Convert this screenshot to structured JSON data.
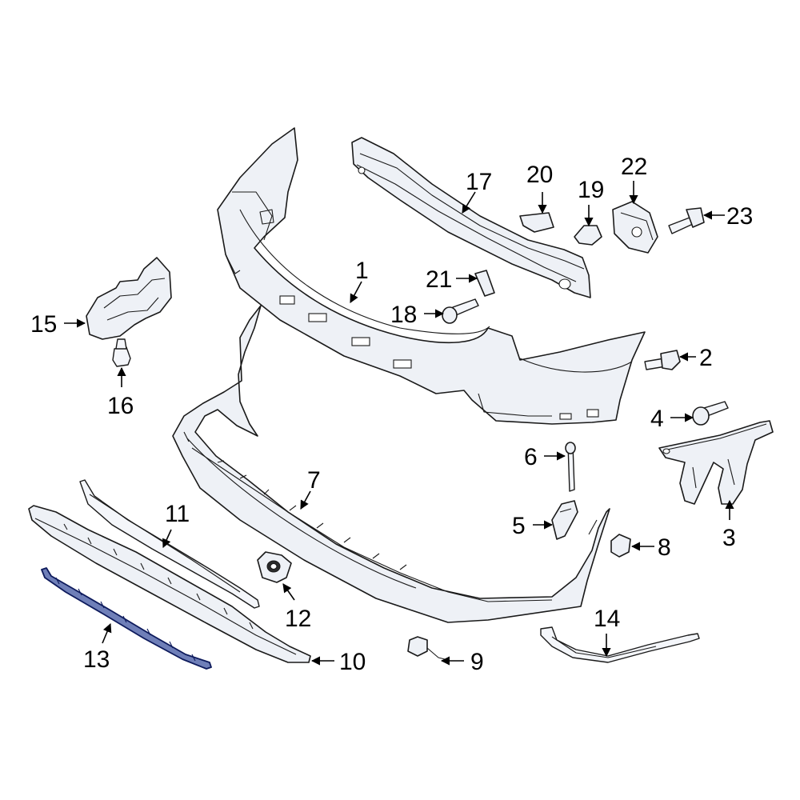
{
  "diagram": {
    "highlight_color": "#0d1a5c",
    "callouts": [
      {
        "id": "1",
        "label": "1"
      },
      {
        "id": "2",
        "label": "2"
      },
      {
        "id": "3",
        "label": "3"
      },
      {
        "id": "4",
        "label": "4"
      },
      {
        "id": "5",
        "label": "5"
      },
      {
        "id": "6",
        "label": "6"
      },
      {
        "id": "7",
        "label": "7"
      },
      {
        "id": "8",
        "label": "8"
      },
      {
        "id": "9",
        "label": "9"
      },
      {
        "id": "10",
        "label": "10"
      },
      {
        "id": "11",
        "label": "11"
      },
      {
        "id": "12",
        "label": "12"
      },
      {
        "id": "13",
        "label": "13"
      },
      {
        "id": "14",
        "label": "14"
      },
      {
        "id": "15",
        "label": "15"
      },
      {
        "id": "16",
        "label": "16"
      },
      {
        "id": "17",
        "label": "17"
      },
      {
        "id": "18",
        "label": "18"
      },
      {
        "id": "19",
        "label": "19"
      },
      {
        "id": "20",
        "label": "20"
      },
      {
        "id": "21",
        "label": "21"
      },
      {
        "id": "22",
        "label": "22"
      },
      {
        "id": "23",
        "label": "23"
      }
    ],
    "highlighted_part": "13"
  }
}
